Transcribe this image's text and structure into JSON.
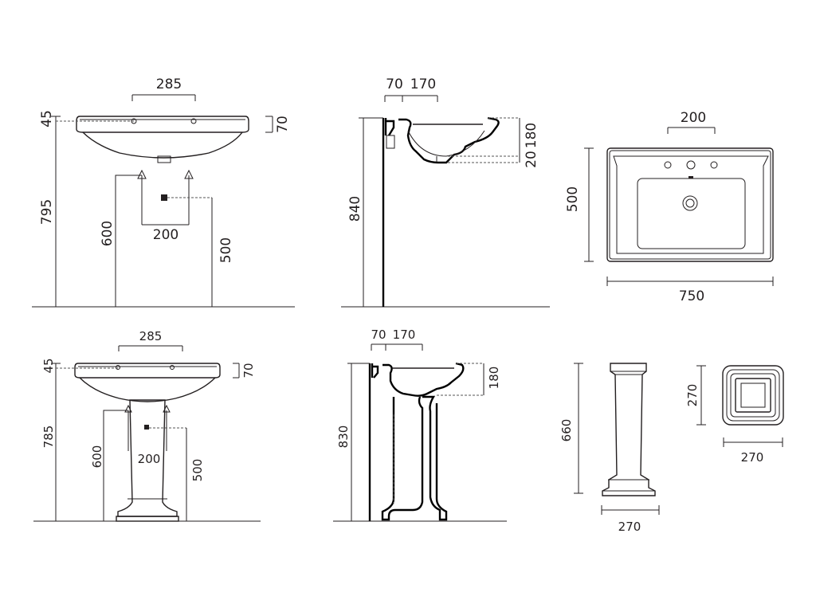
{
  "dimensions": {
    "wall_top_width": "285",
    "wall_top_rim": "45",
    "wall_top_height": "795",
    "wall_top_depth": "70",
    "wall_top_supply_height": "600",
    "wall_top_drain_spacing": "200",
    "wall_top_drain_height": "500",
    "side_top_wall_offset": "70",
    "side_top_drain_offset": "170",
    "side_top_height": "840",
    "side_top_bowl_depth": "180",
    "side_top_overflow": "20",
    "plan_tap_spacing": "200",
    "plan_depth": "500",
    "plan_width": "750",
    "ped_front_width": "285",
    "ped_front_rim": "45",
    "ped_front_depth": "70",
    "ped_front_height": "785",
    "ped_front_supply_height": "600",
    "ped_front_drain_spacing": "200",
    "ped_front_drain_height": "500",
    "ped_side_wall_offset": "70",
    "ped_side_drain_offset": "170",
    "ped_side_height": "830",
    "ped_side_bowl_depth": "180",
    "pedestal_height": "660",
    "pedestal_base_width": "270",
    "pedestal_plan_width": "270",
    "pedestal_plan_depth": "270"
  },
  "colors": {
    "line": "#231f20",
    "background": "#ffffff"
  }
}
